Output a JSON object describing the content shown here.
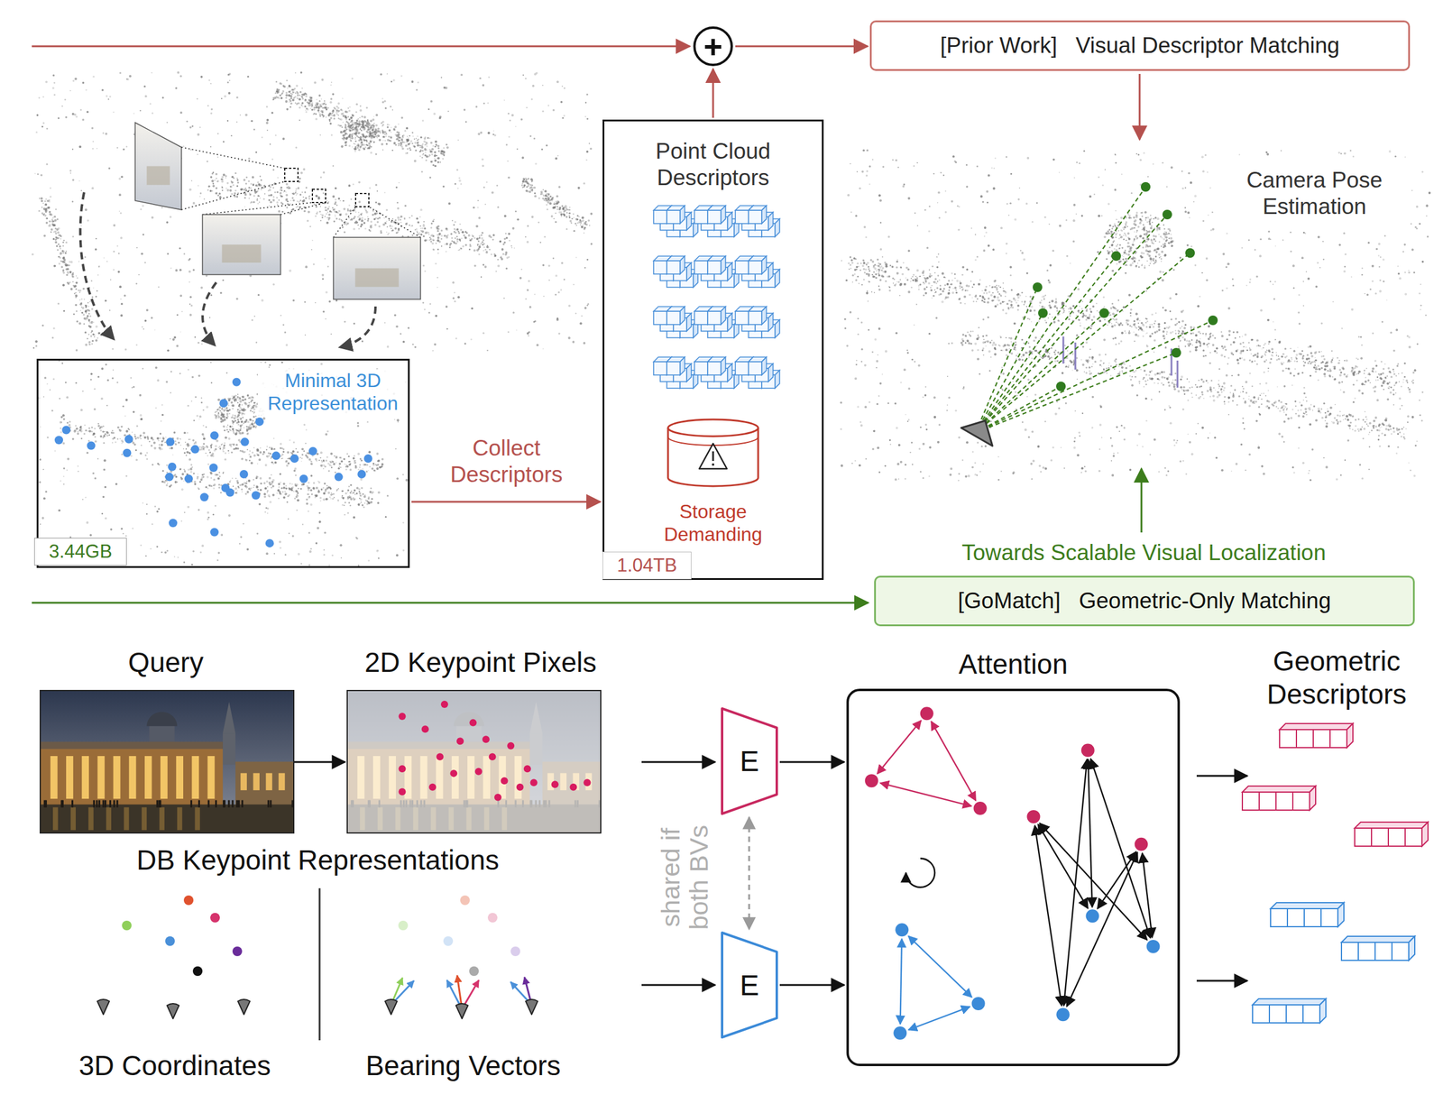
{
  "diagram": {
    "nodes": [
      {
        "text": [
          "+"
        ]
      },
      {
        "text": [
          "[Prior Work]   Visual Descriptor Matching"
        ]
      },
      {
        "text": [
          "Point Cloud Descriptors",
          "Storage Demanding"
        ]
      },
      {
        "text": [
          "1.04TB"
        ],
        "in": 2
      },
      {
        "text": [
          "Minimal 3D Representation"
        ]
      },
      {
        "text": [
          "3.44GB"
        ],
        "in": 4
      },
      {
        "text": [
          "[GoMatch]   Geometric-Only Matching"
        ]
      },
      {
        "text": [
          "E"
        ]
      },
      {
        "text": [
          "E"
        ]
      },
      {
        "text": [
          "Attention"
        ]
      }
    ],
    "edges": [
      {
        "from": 2,
        "to": 0,
        "arrow": "to"
      },
      {
        "from": 0,
        "to": 1,
        "arrow": "to"
      },
      {
        "from": 4,
        "to": 2,
        "arrow": "to",
        "label": "Collect Descriptors"
      },
      {
        "from": 7,
        "to": 9,
        "arrow": "to"
      },
      {
        "from": 8,
        "to": 9,
        "arrow": "to"
      },
      {
        "from": 7,
        "to": 8,
        "arrow": "both",
        "label": "shared if both BVs"
      }
    ],
    "labels": [
      "Camera Pose Estimation",
      "Towards Scalable Visual Localization",
      "Query",
      "2D Keypoint Pixels",
      "DB Keypoint Representations",
      "3D Coordinates",
      "Bearing Vectors",
      "Geometric Descriptors"
    ]
  }
}
